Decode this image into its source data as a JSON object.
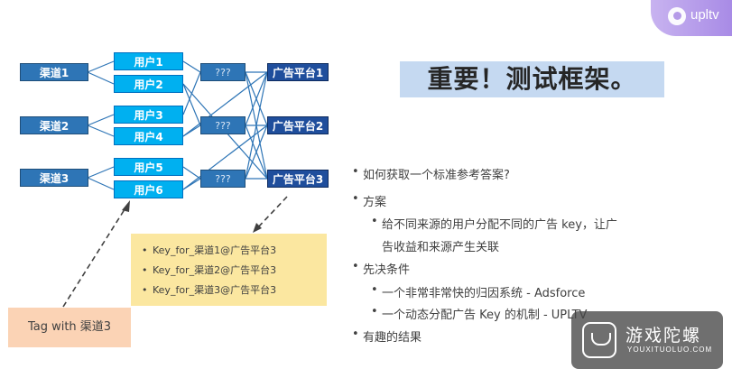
{
  "brand": {
    "logo_text": "upltv"
  },
  "title": "重要！测试框架。",
  "diagram": {
    "channels": [
      "渠道1",
      "渠道2",
      "渠道3"
    ],
    "users": [
      "用户1",
      "用户2",
      "用户3",
      "用户4",
      "用户5",
      "用户6"
    ],
    "unknowns": [
      "???",
      "???",
      "???"
    ],
    "platforms": [
      "广告平台1",
      "广告平台2",
      "广告平台3"
    ]
  },
  "key_box": {
    "items": [
      "Key_for_渠道1@广告平台3",
      "Key_for_渠道2@广告平台3",
      "Key_for_渠道3@广告平台3"
    ]
  },
  "tag": "Tag with 渠道3",
  "bullets": {
    "q": "如何获取一个标准参考答案?",
    "plan": "方案",
    "plan_1a": "给不同来源的用户分配不同的广告 key，让广",
    "plan_1b": "告收益和来源产生关联",
    "prereq": "先决条件",
    "prereq_1": "一个非常非常快的归因系统 - Adsforce",
    "prereq_2": "一个动态分配广告 Key 的机制 - UPLTV",
    "result": "有趣的结果"
  },
  "watermark": {
    "main": "游戏陀螺",
    "sub": "YOUXITUOLUO.COM"
  },
  "colors": {
    "channel": "#2e75b6",
    "user": "#00b0f0",
    "platform": "#1f4e9c",
    "title_bg": "#c5d9f1",
    "key_box": "#fbe7a0",
    "tag_box": "#fbd3b5"
  }
}
